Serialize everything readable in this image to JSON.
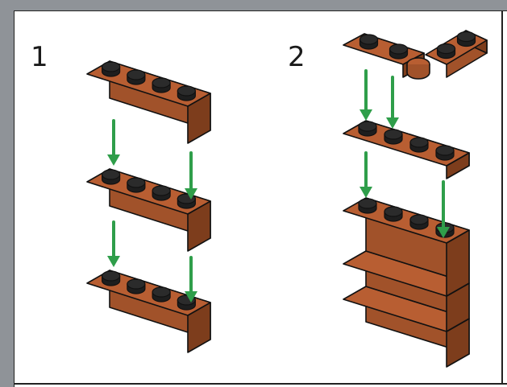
{
  "steps": [
    {
      "number": "1",
      "label": "step-1"
    },
    {
      "number": "2",
      "label": "step-2"
    }
  ],
  "colors": {
    "brick_top": "#b85e32",
    "brick_front": "#a1522a",
    "brick_side": "#7d3d1c",
    "stud_top": "#2b2b2b",
    "stud_side": "#1e1e1e",
    "outline": "#111111",
    "arrow": "#2f9e4a",
    "panel_bg": "#ffffff",
    "page_bg": "#8f9398"
  }
}
